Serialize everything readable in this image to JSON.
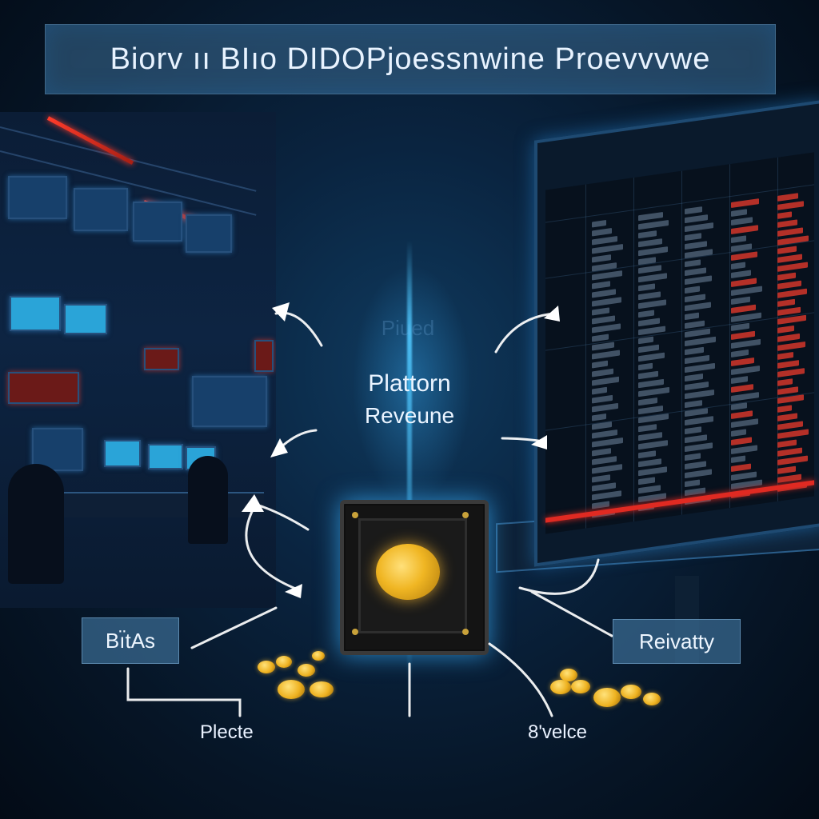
{
  "header": {
    "title": "Biorv ıı BIıo DIDOPjoessnwine Proevvvwe"
  },
  "center": {
    "line1": "Plattorn",
    "line2": "Reveune",
    "faint": "Piued"
  },
  "labels": {
    "left_box": "Bı̈tAs",
    "right_box": "Reivatty",
    "bottom_left": "Plecte",
    "bottom_right": "8'velce"
  },
  "icons": {
    "chip": "chip-icon",
    "coin": "coin-icon",
    "arrow": "curved-arrow-icon"
  },
  "colors": {
    "accent_glow": "#3cb4ff",
    "alert_red": "#e02a22",
    "gold": "#f0b623",
    "banner": "#3c6e96"
  }
}
